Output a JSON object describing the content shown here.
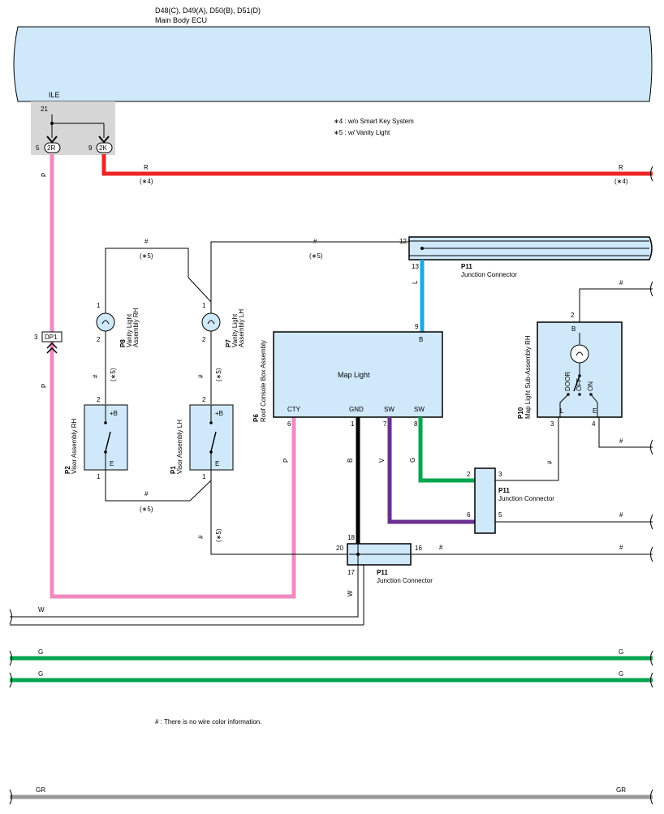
{
  "ecu": {
    "connectors": "D48(C), D49(A), D50(B), D51(D)",
    "name": "Main Body ECU",
    "terminal_name": "ILE",
    "pin": "21"
  },
  "ecu_pins": [
    {
      "pin": "5",
      "label": "2R"
    },
    {
      "pin": "9",
      "label": "2K"
    }
  ],
  "notes": [
    "∗4 : w/o Smart Key System",
    "∗5 : w/ Vanity Light"
  ],
  "footnote": "# : There is no wire color information.",
  "wire_labels": {
    "P": "P",
    "R": "R",
    "L": "L",
    "B": "B",
    "V": "V",
    "G": "G",
    "W": "W",
    "GR": "GR",
    "hash": "#",
    "n4": "(∗4)",
    "n5": "(∗5)"
  },
  "connector_dp1": "DP1",
  "components": {
    "p8": {
      "code": "P8",
      "name": "Vanity Light",
      "name2": "Assembly RH",
      "pin_top": "1",
      "pin_bottom": "2"
    },
    "p7": {
      "code": "P7",
      "name": "Vanity Light",
      "name2": "Assembly LH",
      "pin_top": "1",
      "pin_bottom": "2"
    },
    "p2": {
      "code": "P2",
      "name": "Visor Assembly RH",
      "pin_top": "2",
      "pin_bottom": "1",
      "t_top": "+B",
      "t_bottom": "E"
    },
    "p1": {
      "code": "P1",
      "name": "Visor Assembly LH",
      "pin_top": "2",
      "pin_bottom": "1",
      "t_top": "+B",
      "t_bottom": "E"
    },
    "p6": {
      "code": "P6",
      "name": "Roof Console Box Assembly",
      "label": "Map Light",
      "top_pin": "9",
      "top_term": "B",
      "terms": [
        "CTY",
        "GND",
        "SW",
        "SW"
      ],
      "pins": [
        "6",
        "1",
        "7",
        "8"
      ]
    },
    "p10": {
      "code": "P10",
      "name": "Map Light Sub-Assembly RH",
      "top_pin": "2",
      "top_term": "B",
      "sw_labels": [
        "DOOR",
        "OFF",
        "ON"
      ],
      "left_term": "L",
      "right_term": "E",
      "left_pin": "3",
      "right_pin": "4"
    },
    "p11_top": {
      "code": "P11",
      "name": "Junction Connector",
      "pin_left": "12",
      "pin_bottom": "13"
    },
    "p11_mid": {
      "code": "P11",
      "name": "Junction Connector",
      "pins": [
        "2",
        "3",
        "6",
        "5"
      ]
    },
    "p11_low": {
      "code": "P11",
      "name": "Junction Connector",
      "pins": [
        "18",
        "20",
        "16",
        "17"
      ]
    }
  }
}
